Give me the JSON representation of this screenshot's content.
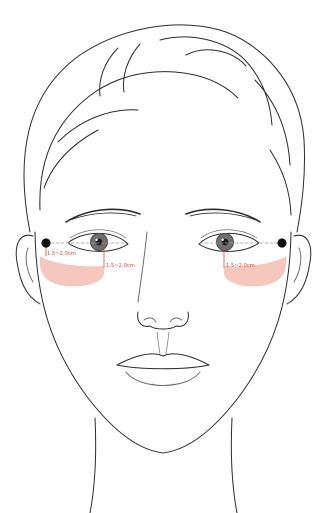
{
  "colors": {
    "line": "#2b2b2b",
    "line_light": "#6e6e6e",
    "shadow_fill": "#f6c7bd",
    "measure": "#e0473d",
    "dot": "#111111",
    "guide": "#9a9aa6"
  },
  "labels": {
    "left_outer": "1.5~2.0cm",
    "left_lower": "1.5~2.0cm",
    "right_lower": "1.5~2.0cm"
  }
}
